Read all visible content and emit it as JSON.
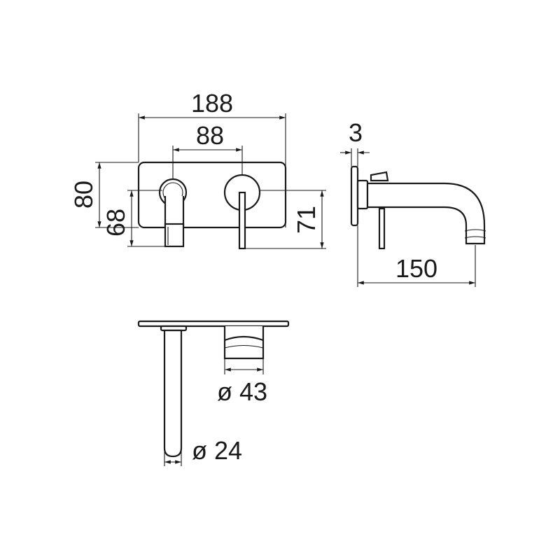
{
  "dimensions": {
    "overall_width": "188",
    "handle_spacing": "88",
    "plate_height": "80",
    "left_height": "68",
    "right_height": "71",
    "plate_thickness": "3",
    "spout_projection": "150",
    "handle_diameter": "ø 43",
    "spout_diameter": "ø 24"
  },
  "colors": {
    "line": "#1a1a1a",
    "background": "#ffffff"
  }
}
